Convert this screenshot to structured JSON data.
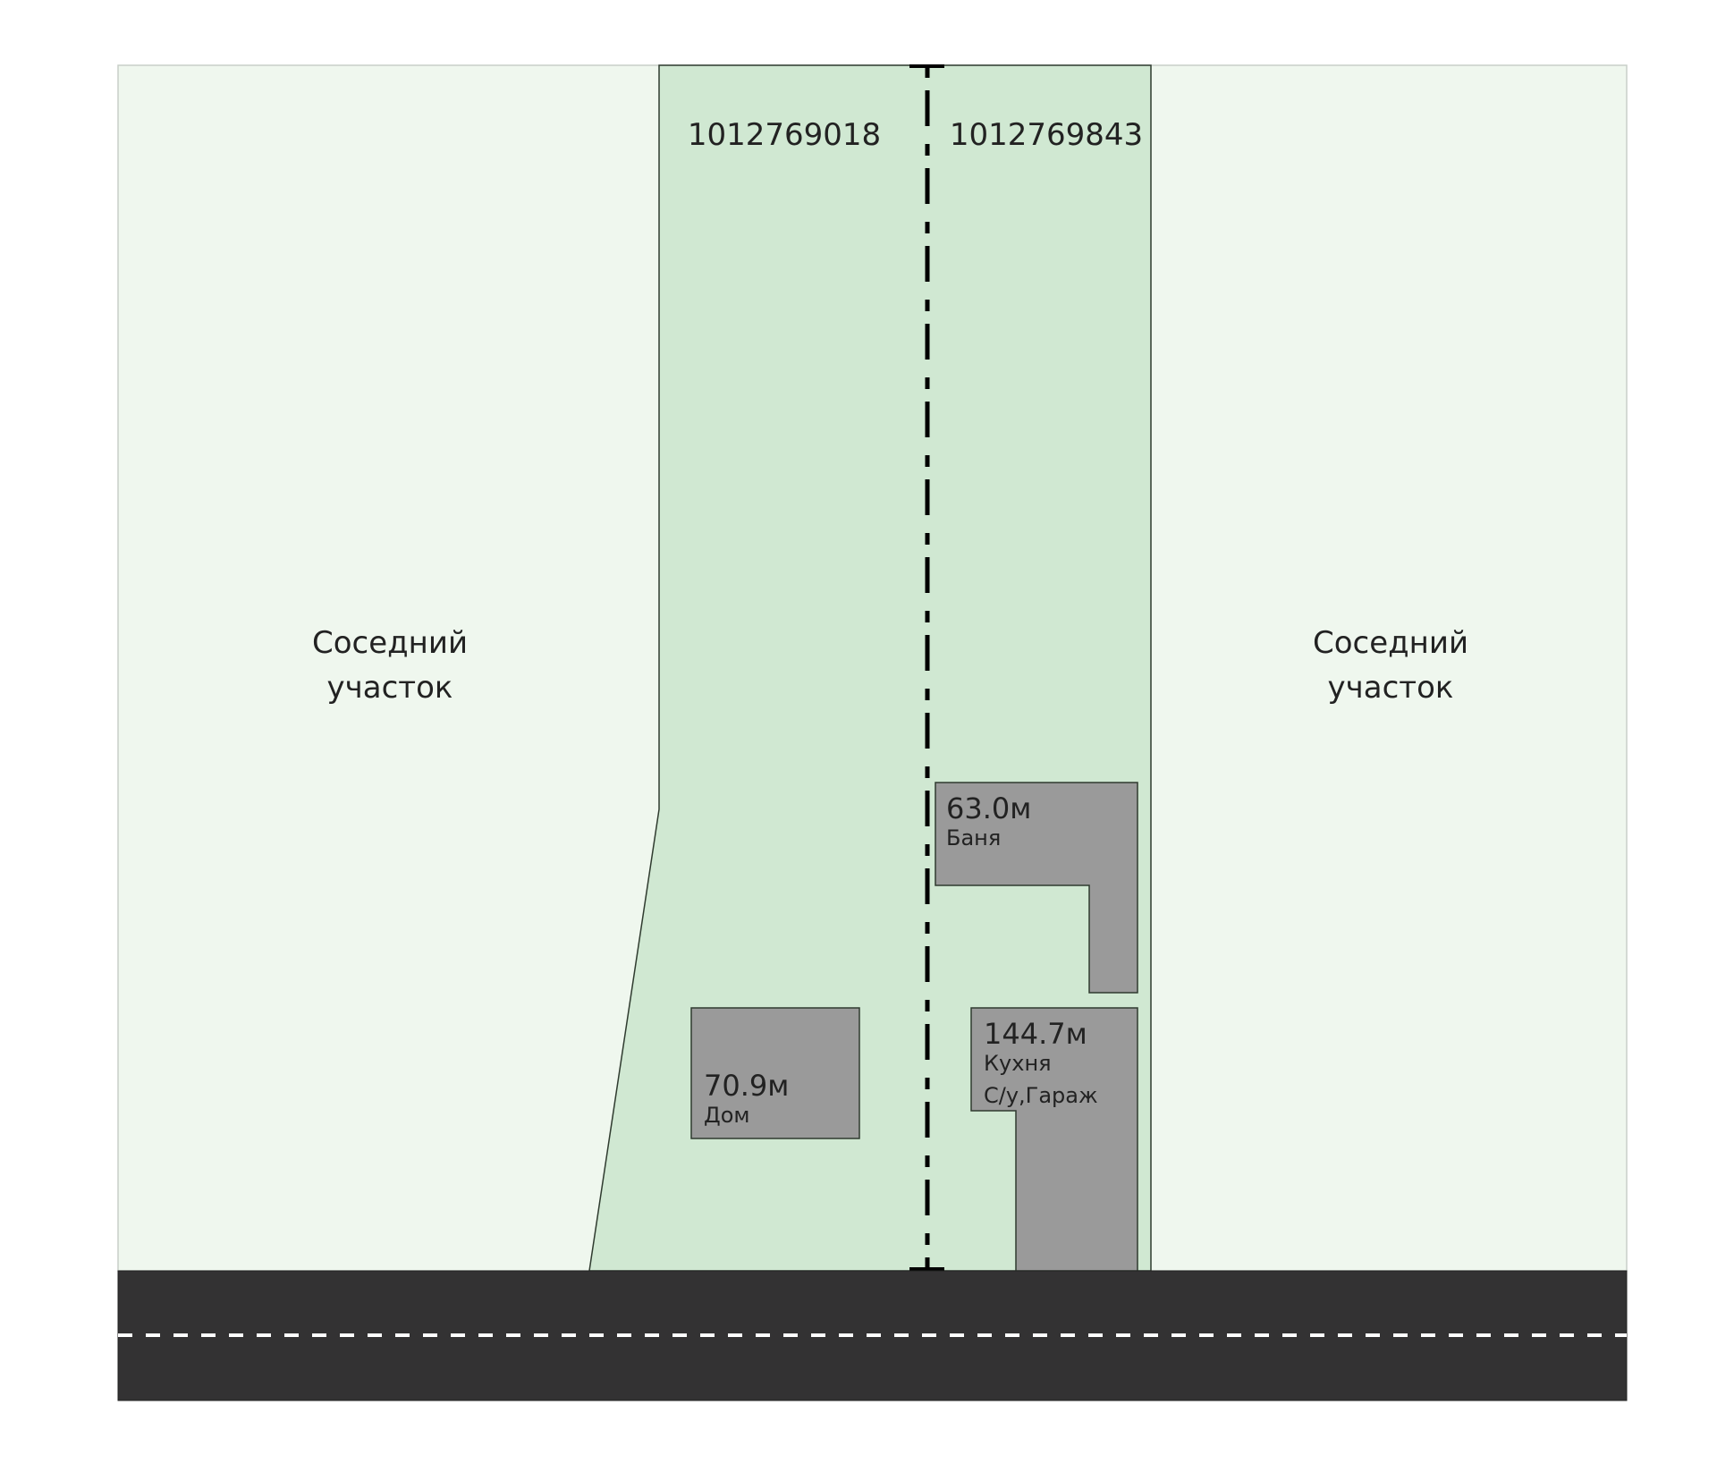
{
  "colors": {
    "neighbor_fill": "#eff7ee",
    "plot_fill": "#d0e8d2",
    "building_fill": "#9a9a9a",
    "road_fill": "#333233",
    "outline": "#2f3b2f",
    "text": "#222222",
    "road_marking": "#ffffff",
    "divider": "#000000"
  },
  "neighbors": [
    {
      "id": "left",
      "line1": "Соседний",
      "line2": "участок"
    },
    {
      "id": "right",
      "line1": "Соседний",
      "line2": "участок"
    }
  ],
  "plots": [
    {
      "id": "plot-left",
      "number": "1012769018"
    },
    {
      "id": "plot-right",
      "number": "1012769843"
    }
  ],
  "buildings": [
    {
      "id": "banya",
      "area": "63.0м",
      "names": [
        "Баня"
      ]
    },
    {
      "id": "kitchen",
      "area": "144.7м",
      "names": [
        "Кухня",
        "С/у,Гараж"
      ]
    },
    {
      "id": "house",
      "area": "70.9м",
      "names": [
        "Дом"
      ]
    }
  ],
  "road": {
    "label": ""
  }
}
